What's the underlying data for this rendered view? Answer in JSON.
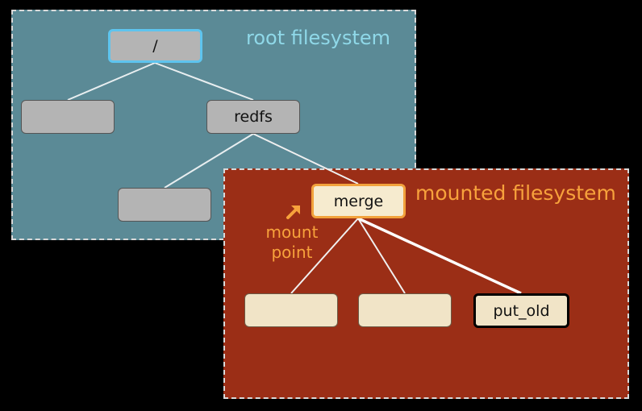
{
  "root_filesystem": {
    "title": "root filesystem",
    "nodes": {
      "root": "/",
      "left": "",
      "redfs": "redfs",
      "low": ""
    }
  },
  "mounted_filesystem": {
    "title": "mounted filesystem",
    "nodes": {
      "merge": "merge",
      "child1": "",
      "child2": "",
      "put_old": "put_old"
    }
  },
  "annotation": {
    "line1": "mount",
    "line2": "point"
  },
  "colors": {
    "root_panel": "#5b8a96",
    "mounted_panel": "#9b2e16",
    "root_title": "#8fd8e8",
    "mounted_title": "#f7a23c",
    "root_node_border": "#5ec4ee",
    "merge_node_border": "#f2a23c"
  }
}
